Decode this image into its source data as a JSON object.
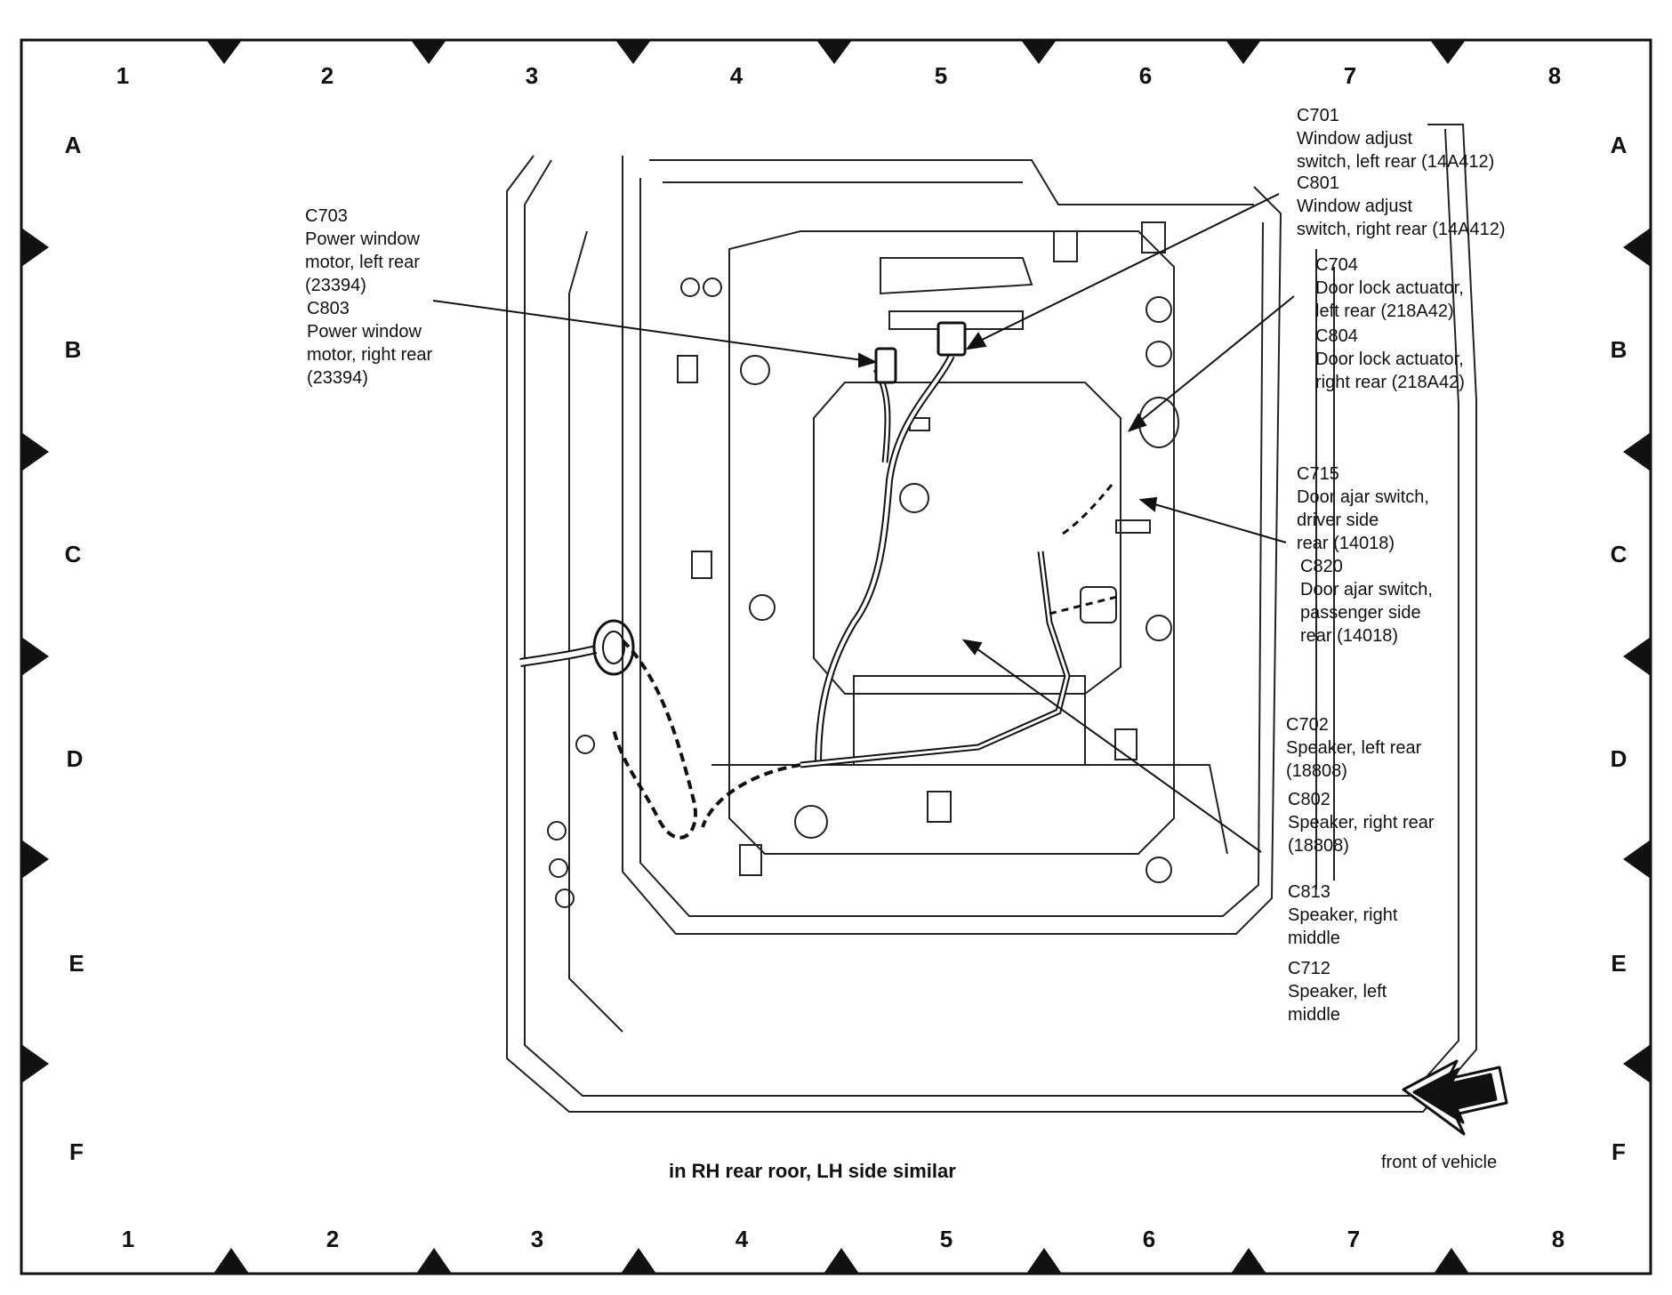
{
  "grid": {
    "columns": [
      "1",
      "2",
      "3",
      "4",
      "5",
      "6",
      "7",
      "8"
    ],
    "rows": [
      "A",
      "B",
      "C",
      "D",
      "E",
      "F"
    ]
  },
  "callouts": [
    {
      "id": "c703",
      "lines": [
        "C703",
        "Power window",
        "motor, left rear",
        "(23394)"
      ]
    },
    {
      "id": "c803",
      "lines": [
        "C803",
        "Power window",
        "motor, right rear",
        "(23394)"
      ]
    },
    {
      "id": "c701",
      "lines": [
        "C701",
        "Window adjust",
        "switch, left rear (14A412)"
      ]
    },
    {
      "id": "c801",
      "lines": [
        "C801",
        "Window adjust",
        "switch, right rear (14A412)"
      ]
    },
    {
      "id": "c704",
      "lines": [
        "C704",
        "Door lock actuator,",
        "left rear (218A42)"
      ]
    },
    {
      "id": "c804",
      "lines": [
        "C804",
        "Door lock actuator,",
        "right rear (218A42)"
      ]
    },
    {
      "id": "c715",
      "lines": [
        "C715",
        "Door ajar switch,",
        "driver side",
        "rear (14018)"
      ]
    },
    {
      "id": "c820",
      "lines": [
        "C820",
        "Door ajar switch,",
        "passenger side",
        "rear (14018)"
      ]
    },
    {
      "id": "c702",
      "lines": [
        "C702",
        "Speaker, left rear",
        "(18808)"
      ]
    },
    {
      "id": "c802",
      "lines": [
        "C802",
        "Speaker, right rear",
        "(18808)"
      ]
    },
    {
      "id": "c813",
      "lines": [
        "C813",
        "Speaker, right",
        "middle"
      ]
    },
    {
      "id": "c712",
      "lines": [
        "C712",
        "Speaker, left",
        "middle"
      ]
    }
  ],
  "caption": "in RH rear roor, LH side similar",
  "front_label": "front of vehicle",
  "colors": {
    "ink": "#111111",
    "paper": "#ffffff"
  }
}
